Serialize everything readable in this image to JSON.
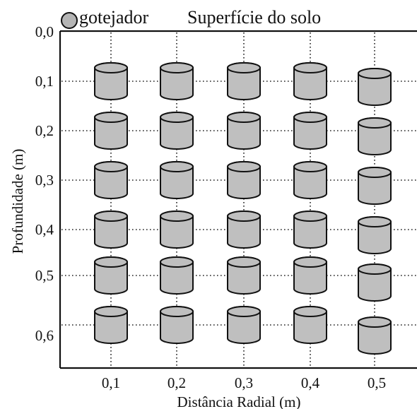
{
  "legend": {
    "emitter_label": "gotejador",
    "surface_label": "Superfície do solo"
  },
  "axes": {
    "x_label": "Distância Radial (m)",
    "y_label": "Profundidade (m)",
    "x_ticks": [
      "0,1",
      "0,2",
      "0,3",
      "0,4",
      "0,5"
    ],
    "y_ticks": [
      "0,0",
      "0,1",
      "0,2",
      "0,3",
      "0,4",
      "0,5",
      "0,6"
    ]
  },
  "sensor_grid": {
    "radial_distances_m": [
      0.1,
      0.2,
      0.3,
      0.4,
      0.5
    ],
    "depths_m": [
      0.1,
      0.2,
      0.3,
      0.4,
      0.5,
      0.6
    ]
  },
  "colors": {
    "sensor_fill": "#bfbfbf",
    "emitter_fill": "#b5b5b5",
    "line": "#111111"
  }
}
